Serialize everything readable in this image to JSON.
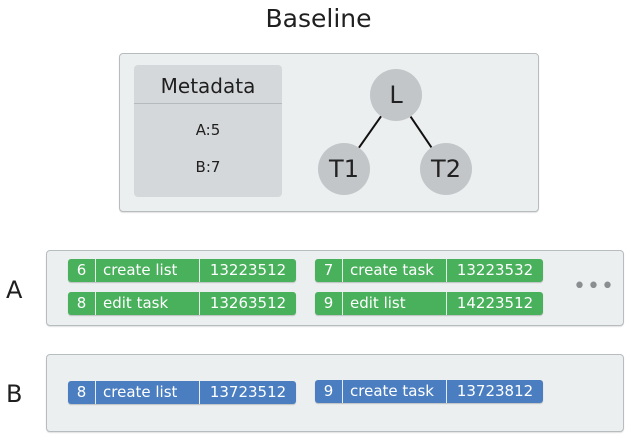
{
  "title": "Baseline",
  "metadata": {
    "title": "Metadata",
    "lines": [
      "A:5",
      "B:7"
    ]
  },
  "tree": {
    "nodes": [
      {
        "label": "L"
      },
      {
        "label": "T1"
      },
      {
        "label": "T2"
      }
    ],
    "edges": [
      [
        "L",
        "T1"
      ],
      [
        "L",
        "T2"
      ]
    ],
    "node_color": "#c3c6c9"
  },
  "rows": [
    {
      "label": "A",
      "color": "#49b05c",
      "ops": [
        {
          "id": "6",
          "name": "create list",
          "ts": "13223512"
        },
        {
          "id": "7",
          "name": "create task",
          "ts": "13223532"
        },
        {
          "id": "8",
          "name": "edit task",
          "ts": "13263512"
        },
        {
          "id": "9",
          "name": "edit list",
          "ts": "14223512"
        }
      ],
      "more": "•••"
    },
    {
      "label": "B",
      "color": "#4a7ec0",
      "ops": [
        {
          "id": "8",
          "name": "create list",
          "ts": "13723512"
        },
        {
          "id": "9",
          "name": "create task",
          "ts": "13723812"
        }
      ]
    }
  ]
}
